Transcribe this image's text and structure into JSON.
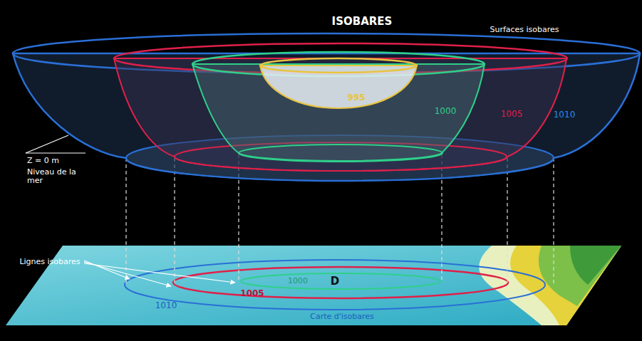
{
  "diagram": {
    "title": "ISOBARES",
    "labels": [
      "Surfaces isobares",
      "995",
      "1000",
      "1005",
      "1010",
      "Z = 0 m",
      "Niveau de la mer",
      "Lignes isobares",
      "1000",
      "D",
      "1005",
      "1010",
      "Carte d'isobares"
    ]
  }
}
